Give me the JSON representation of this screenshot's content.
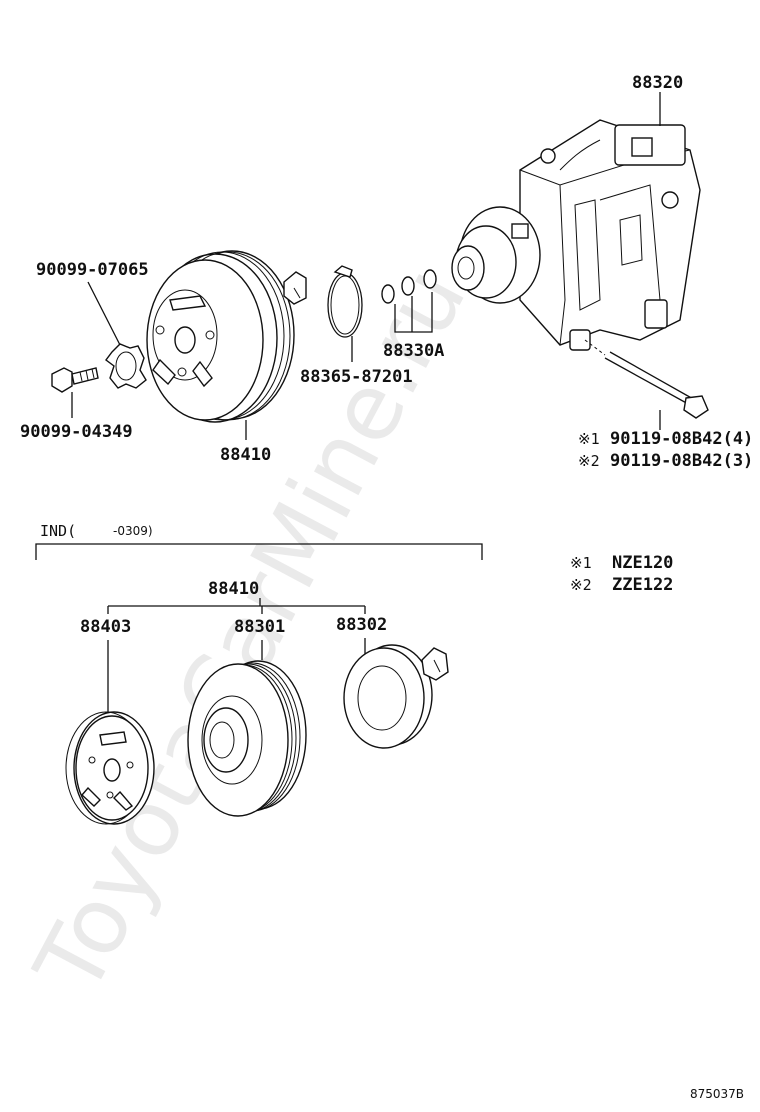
{
  "watermark": "ToyotaCarMine.ru",
  "figure_id": "875037B",
  "parts_upper": {
    "compressor": "88320",
    "clutch_assy": "88410",
    "washer_bolt_upper": "90099-07065",
    "bolt_lower": "90099-04349",
    "snap_ring": "88365-87201",
    "shims": "88330A",
    "bolt_note1_mark": "※1",
    "bolt_note1": "90119-08B42(4)",
    "bolt_note2_mark": "※2",
    "bolt_note2": "90119-08B42(3)"
  },
  "applicability": {
    "ind_label": "IND(",
    "ind_range": "-0309)",
    "note1_mark": "※1",
    "note1_model": "NZE120",
    "note2_mark": "※2",
    "note2_model": "ZZE122"
  },
  "parts_lower": {
    "clutch_assy": "88410",
    "hub": "88403",
    "pulley": "88301",
    "stator": "88302"
  }
}
